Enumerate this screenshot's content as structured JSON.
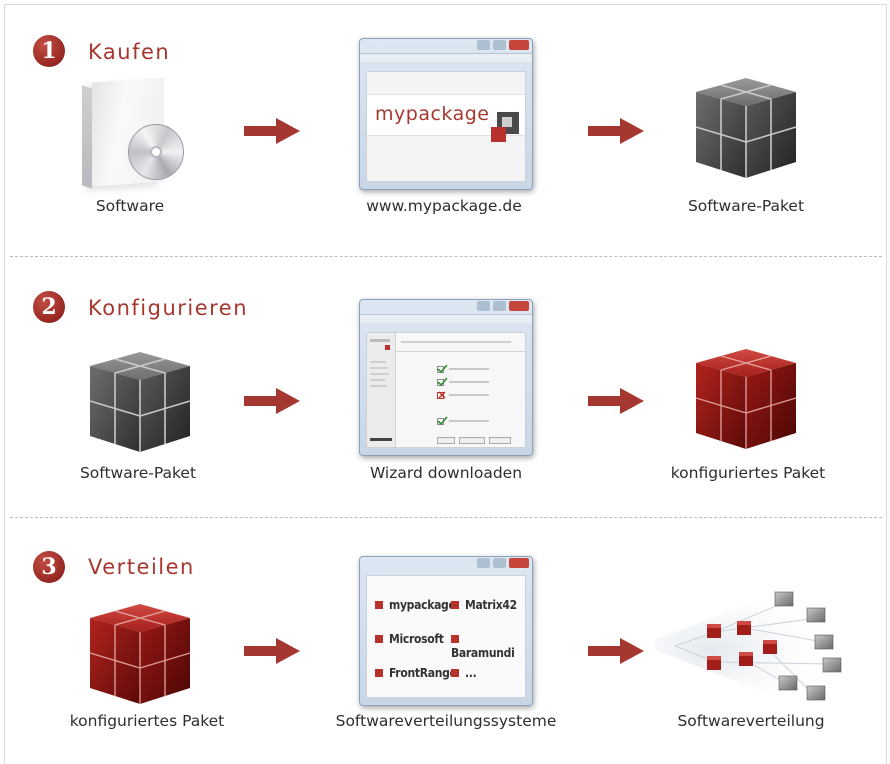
{
  "steps": [
    {
      "number": "1",
      "title": "Kaufen",
      "items": [
        {
          "caption": "Software",
          "icon": "software-box-icon"
        },
        {
          "caption": "www.mypackage.de",
          "icon": "browser-window-icon",
          "window_logo": "mypackage"
        },
        {
          "caption": "Software-Paket",
          "icon": "grey-cube-icon"
        }
      ]
    },
    {
      "number": "2",
      "title": "Konfigurieren",
      "items": [
        {
          "caption": "Software-Paket",
          "icon": "grey-cube-icon"
        },
        {
          "caption": "Wizard downloaden",
          "icon": "wizard-window-icon"
        },
        {
          "caption": "konfiguriertes Paket",
          "icon": "red-cube-icon"
        }
      ]
    },
    {
      "number": "3",
      "title": "Verteilen",
      "items": [
        {
          "caption": "konfiguriertes Paket",
          "icon": "red-cube-icon"
        },
        {
          "caption": "Softwareverteilungssysteme",
          "icon": "systems-window-icon"
        },
        {
          "caption": "Softwareverteilung",
          "icon": "network-distribution-icon"
        }
      ]
    }
  ],
  "distribution_systems": [
    "mypackage",
    "Matrix42",
    "Microsoft",
    "Baramundi",
    "FrontRange",
    "..."
  ],
  "colors": {
    "accent": "#a8382f",
    "arrow": "#a4372f",
    "cube_grey": "#5a5a5a",
    "cube_red": "#a11e1a"
  }
}
